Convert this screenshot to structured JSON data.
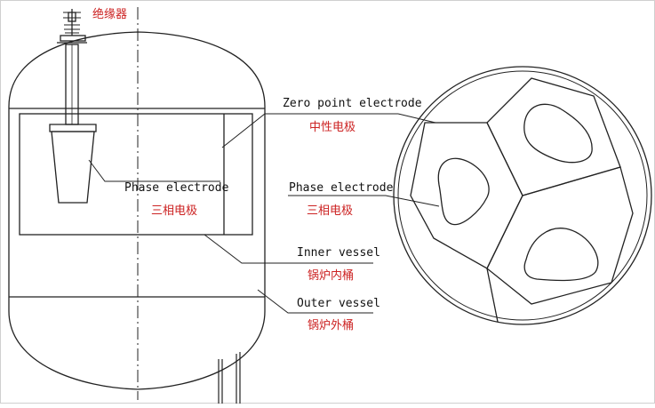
{
  "labels": {
    "insulator": "绝缘器",
    "zero_point_en": "Zero point electrode",
    "zero_point_zh": "中性电极",
    "phase_left_en": "Phase electrode",
    "phase_left_zh": "三相电极",
    "phase_right_en": "Phase electrode",
    "phase_right_zh": "三相电极",
    "inner_vessel_en": "Inner vessel",
    "inner_vessel_zh": "锅炉内桶",
    "outer_vessel_en": "Outer vessel",
    "outer_vessel_zh": "锅炉外桶"
  },
  "colors": {
    "line": "#222222",
    "chinese_text": "#cc2222",
    "english_text": "#111111",
    "background": "#ffffff"
  }
}
